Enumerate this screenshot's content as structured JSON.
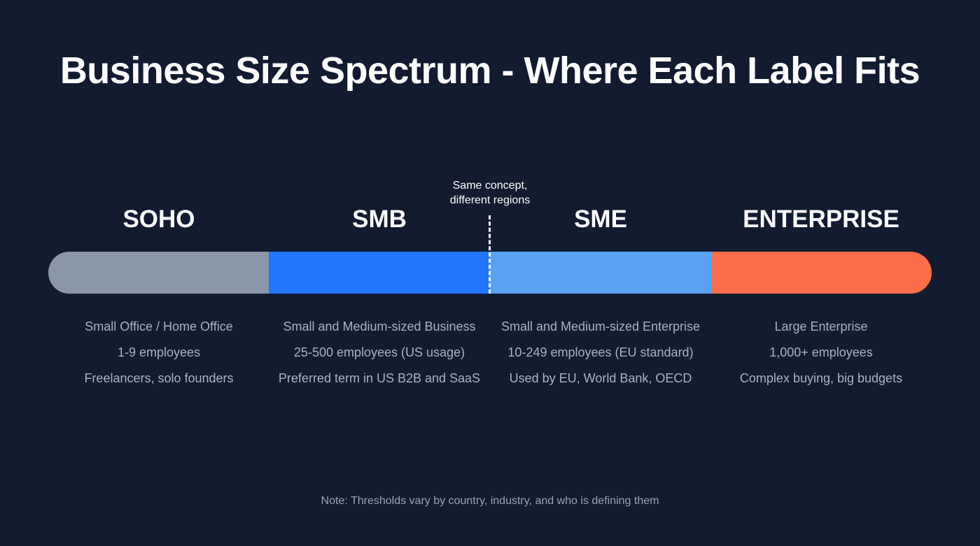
{
  "title": "Business Size Spectrum - Where Each Label Fits",
  "callout": {
    "line1": "Same concept,",
    "line2": "different regions"
  },
  "segments": [
    {
      "label": "SOHO",
      "color": "#8a97ab",
      "lines": [
        "Small Office / Home Office",
        "1-9 employees",
        "Freelancers, solo founders"
      ]
    },
    {
      "label": "SMB",
      "color": "#2176fb",
      "lines": [
        "Small and Medium-sized Business",
        "25-500 employees (US usage)",
        "Preferred term in US B2B and SaaS"
      ]
    },
    {
      "label": "SME",
      "color": "#5aa2f6",
      "lines": [
        "Small and Medium-sized Enterprise",
        "10-249 employees (EU standard)",
        "Used by EU, World Bank, OECD"
      ]
    },
    {
      "label": "ENTERPRISE",
      "color": "#fb6e4a",
      "lines": [
        "Large Enterprise",
        "1,000+ employees",
        "Complex buying, big budgets"
      ]
    }
  ],
  "note": "Note: Thresholds vary by country, industry, and who is defining them"
}
